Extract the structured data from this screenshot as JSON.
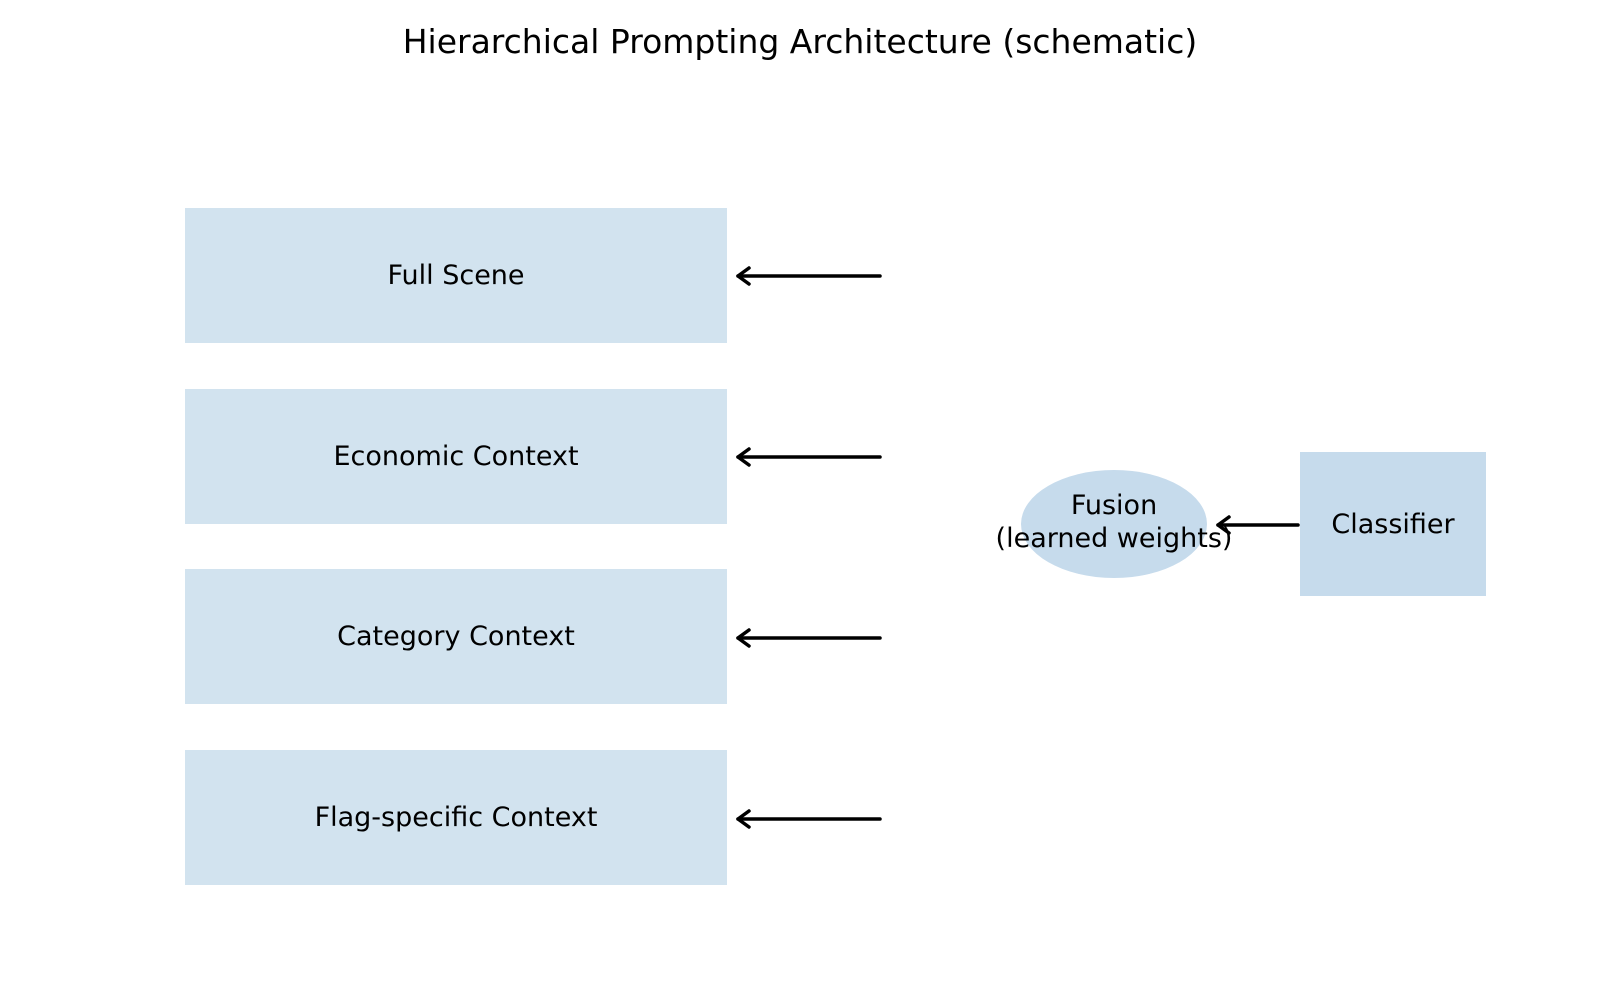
{
  "title": "Hierarchical Prompting Architecture (schematic)",
  "colors": {
    "context_box_fill": "#d2e3ef",
    "classifier_fill": "#c6dbec",
    "fusion_fill": "#c6dbec",
    "arrow": "#000000",
    "text": "#000000",
    "background": "#ffffff"
  },
  "context_levels": [
    {
      "label": "Full Scene"
    },
    {
      "label": "Economic Context"
    },
    {
      "label": "Category Context"
    },
    {
      "label": "Flag-specific Context"
    }
  ],
  "fusion": {
    "label_line1": "Fusion",
    "label_line2": "(learned weights)"
  },
  "classifier": {
    "label": "Classifier"
  }
}
